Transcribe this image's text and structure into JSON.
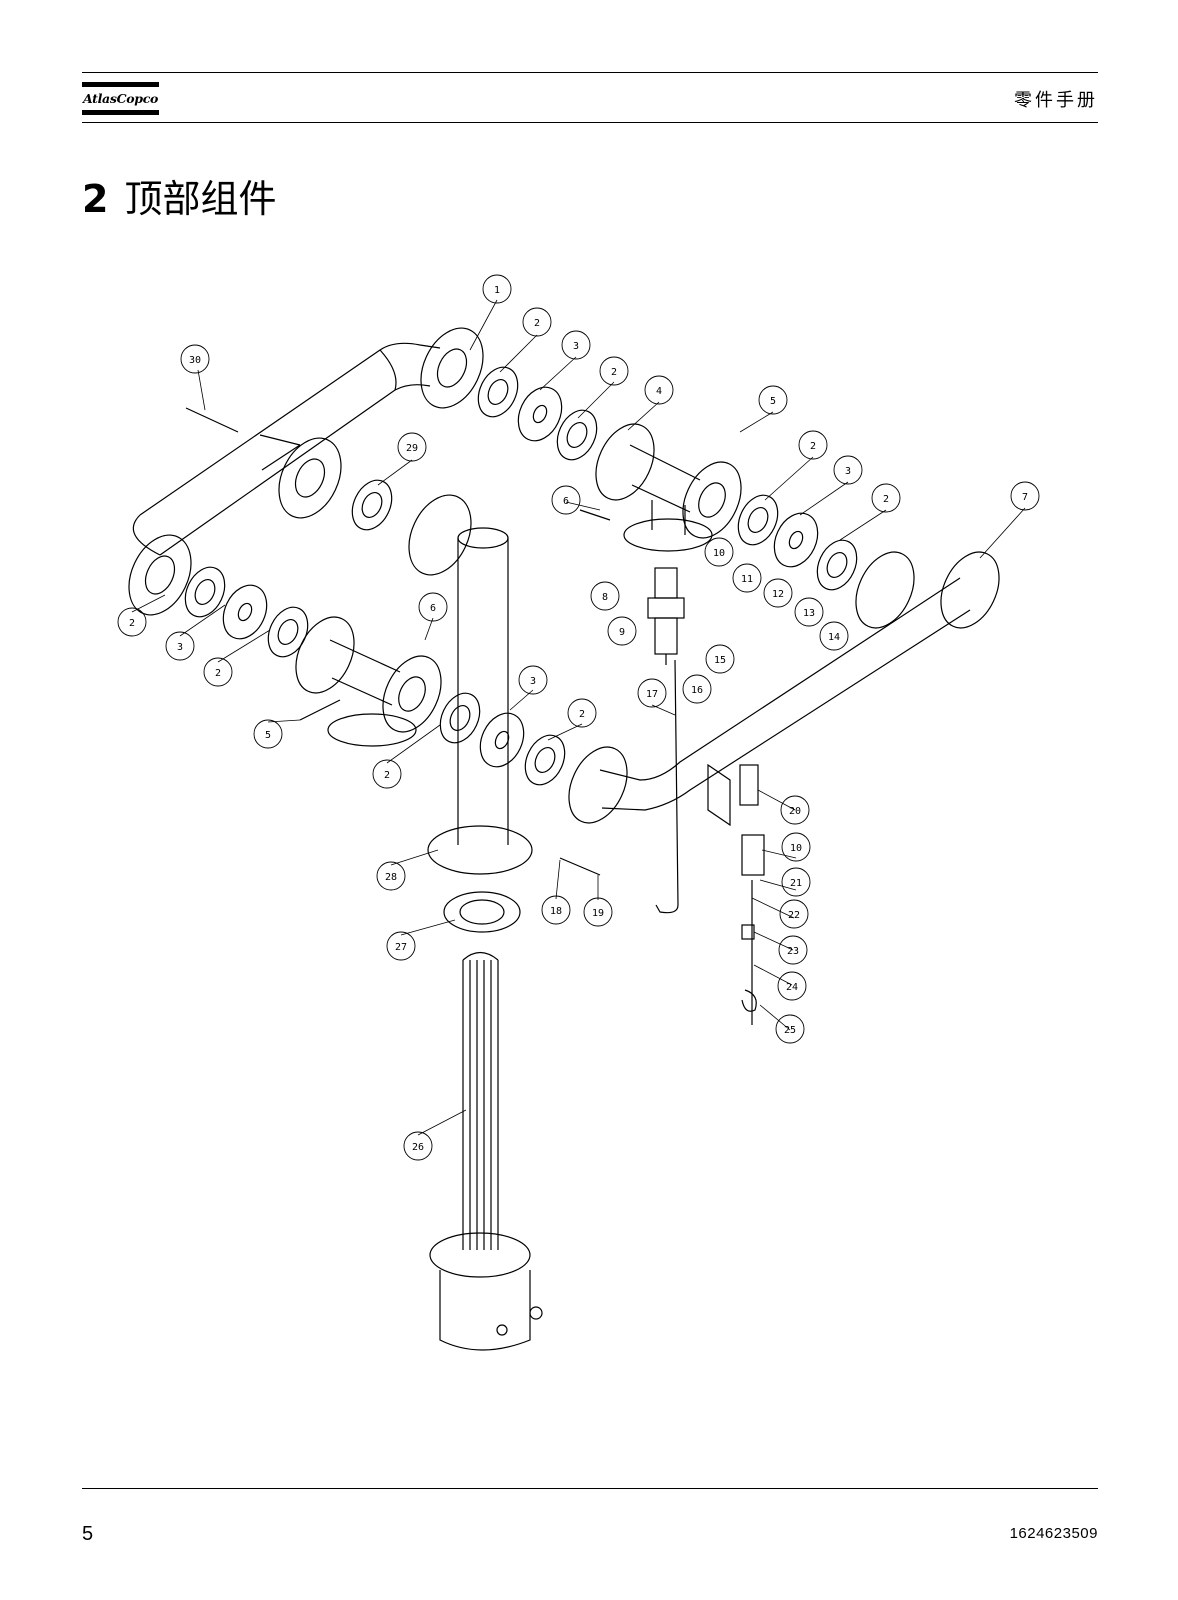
{
  "header": {
    "logo_text": "AtlasCopco",
    "doc_type": "零件手册"
  },
  "section": {
    "number": "2",
    "title": "顶部组件"
  },
  "callouts": [
    "1",
    "2",
    "3",
    "2",
    "4",
    "5",
    "30",
    "29",
    "2",
    "3",
    "2",
    "6",
    "7",
    "2",
    "3",
    "2",
    "6",
    "10",
    "8",
    "9",
    "11",
    "12",
    "13",
    "14",
    "15",
    "16",
    "17",
    "3",
    "2",
    "5",
    "2",
    "28",
    "20",
    "10",
    "21",
    "18",
    "19",
    "22",
    "23",
    "24",
    "25",
    "27",
    "26"
  ],
  "footer": {
    "page_number": "5",
    "doc_number": "1624623509"
  }
}
